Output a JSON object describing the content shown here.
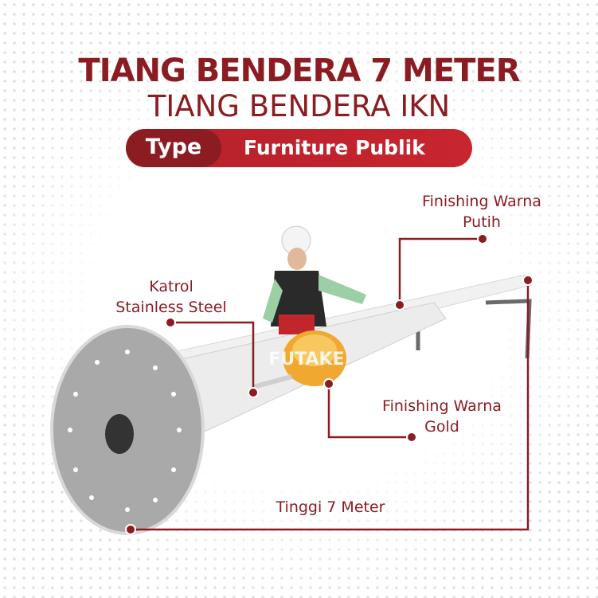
{
  "header": {
    "title": "TIANG BENDERA 7 METER",
    "subtitle": "TIANG BENDERA IKN",
    "type_label": "Type",
    "type_value": "Furniture Publik"
  },
  "callouts": {
    "putih": [
      "Finishing Warna",
      "Putih"
    ],
    "katrol": [
      "Katrol",
      "Stainless Steel"
    ],
    "gold": [
      "Finishing Warna",
      "Gold"
    ],
    "tinggi": "Tinggi 7 Meter"
  },
  "watermark": "FUTAKE",
  "colors": {
    "brand": "#8b1c22",
    "accent": "#c8252f",
    "gold": "#f0a830"
  }
}
